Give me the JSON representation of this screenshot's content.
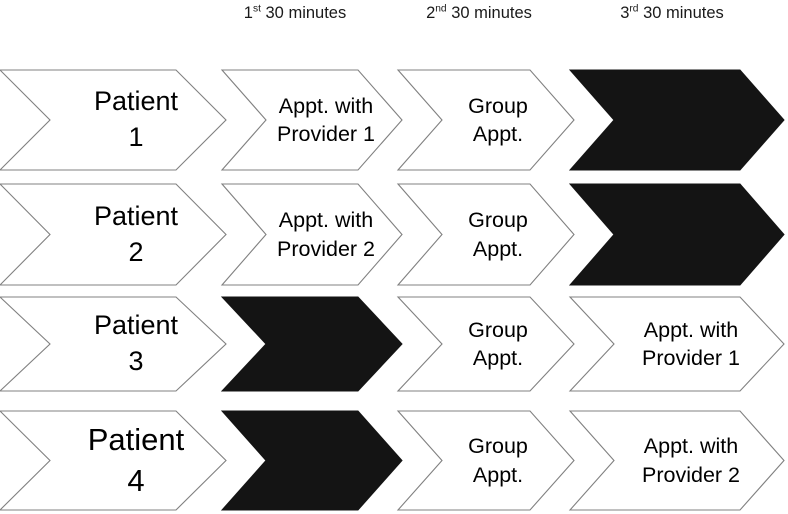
{
  "diagram": {
    "type": "process-flow-chevrons",
    "title": "",
    "colors": {
      "chevron_fill": "#ffffff",
      "chevron_stroke": "#808080",
      "blocked_fill": "#141414",
      "text": "#000000",
      "background": "#ffffff"
    },
    "headers": [
      {
        "ordinal": "1",
        "suffix": "st",
        "rest": " 30 minutes",
        "full": "1st 30 minutes"
      },
      {
        "ordinal": "2",
        "suffix": "nd",
        "rest": " 30 minutes",
        "full": "2nd 30 minutes"
      },
      {
        "ordinal": "3",
        "suffix": "rd",
        "rest": " 30 minutes",
        "full": "3rd 30 minutes"
      }
    ],
    "rows": [
      {
        "patient": {
          "line1": "Patient",
          "line2": "1",
          "emphasis": "normal"
        },
        "slots": [
          {
            "state": "filled",
            "line1": "Appt. with",
            "line2": "Provider 1"
          },
          {
            "state": "filled",
            "line1": "Group",
            "line2": "Appt."
          },
          {
            "state": "blocked",
            "line1": "",
            "line2": ""
          }
        ]
      },
      {
        "patient": {
          "line1": "Patient",
          "line2": "2",
          "emphasis": "normal"
        },
        "slots": [
          {
            "state": "filled",
            "line1": "Appt. with",
            "line2": "Provider 2"
          },
          {
            "state": "filled",
            "line1": "Group",
            "line2": "Appt."
          },
          {
            "state": "blocked",
            "line1": "",
            "line2": ""
          }
        ]
      },
      {
        "patient": {
          "line1": "Patient",
          "line2": "3",
          "emphasis": "normal"
        },
        "slots": [
          {
            "state": "blocked",
            "line1": "",
            "line2": ""
          },
          {
            "state": "filled",
            "line1": "Group",
            "line2": "Appt."
          },
          {
            "state": "filled",
            "line1": "Appt. with",
            "line2": "Provider 1"
          }
        ]
      },
      {
        "patient": {
          "line1": "Patient",
          "line2": "4",
          "emphasis": "large"
        },
        "slots": [
          {
            "state": "blocked",
            "line1": "",
            "line2": ""
          },
          {
            "state": "filled",
            "line1": "Group",
            "line2": "Appt."
          },
          {
            "state": "filled",
            "line1": "Appt. with",
            "line2": "Provider 2"
          }
        ]
      }
    ]
  }
}
